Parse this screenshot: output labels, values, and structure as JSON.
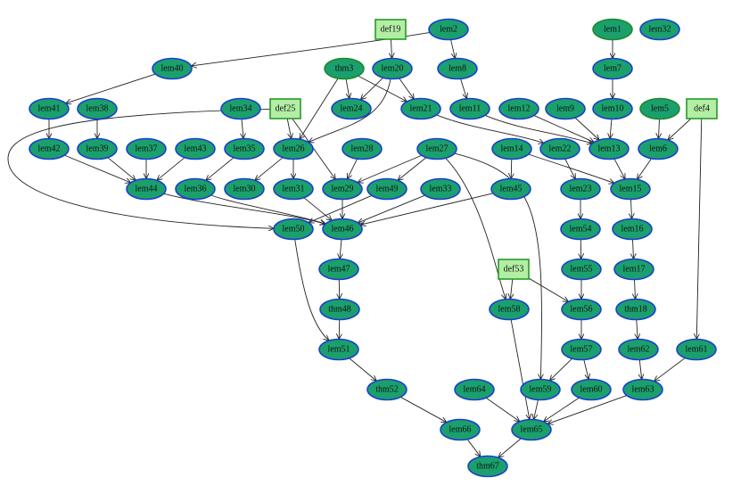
{
  "colors": {
    "node_fill": "#1ba06d",
    "node_border": "#1a3fcf",
    "root_border": "#1a8a2a",
    "def_fill": "#b2eea4",
    "def_border": "#2a9a2a",
    "edge": "#222222"
  },
  "graph": {
    "nodes": [
      {
        "id": "def19",
        "label": "def19",
        "kind": "def"
      },
      {
        "id": "lem2",
        "label": "lem2",
        "kind": "lem"
      },
      {
        "id": "lem1",
        "label": "lem1",
        "kind": "root"
      },
      {
        "id": "lem32",
        "label": "lem32",
        "kind": "lem"
      },
      {
        "id": "lem40",
        "label": "lem40",
        "kind": "lem"
      },
      {
        "id": "thm3",
        "label": "thm3",
        "kind": "root"
      },
      {
        "id": "lem20",
        "label": "lem20",
        "kind": "lem"
      },
      {
        "id": "lem8",
        "label": "lem8",
        "kind": "lem"
      },
      {
        "id": "lem7",
        "label": "lem7",
        "kind": "lem"
      },
      {
        "id": "lem41",
        "label": "lem41",
        "kind": "lem"
      },
      {
        "id": "lem38",
        "label": "lem38",
        "kind": "lem"
      },
      {
        "id": "lem34",
        "label": "lem34",
        "kind": "lem"
      },
      {
        "id": "def25",
        "label": "def25",
        "kind": "def"
      },
      {
        "id": "lem24",
        "label": "lem24",
        "kind": "lem"
      },
      {
        "id": "lem21",
        "label": "lem21",
        "kind": "lem"
      },
      {
        "id": "lem11",
        "label": "lem11",
        "kind": "lem"
      },
      {
        "id": "lem12",
        "label": "lem12",
        "kind": "lem"
      },
      {
        "id": "lem9",
        "label": "lem9",
        "kind": "lem"
      },
      {
        "id": "lem10",
        "label": "lem10",
        "kind": "lem"
      },
      {
        "id": "lem5",
        "label": "lem5",
        "kind": "root"
      },
      {
        "id": "def4",
        "label": "def4",
        "kind": "def"
      },
      {
        "id": "lem42",
        "label": "lem42",
        "kind": "lem"
      },
      {
        "id": "lem39",
        "label": "lem39",
        "kind": "lem"
      },
      {
        "id": "lem37",
        "label": "lem37",
        "kind": "lem"
      },
      {
        "id": "lem43",
        "label": "lem43",
        "kind": "lem"
      },
      {
        "id": "lem35",
        "label": "lem35",
        "kind": "lem"
      },
      {
        "id": "lem26",
        "label": "lem26",
        "kind": "lem"
      },
      {
        "id": "lem28",
        "label": "lem28",
        "kind": "lem"
      },
      {
        "id": "lem27",
        "label": "lem27",
        "kind": "lem"
      },
      {
        "id": "lem14",
        "label": "lem14",
        "kind": "lem"
      },
      {
        "id": "lem22",
        "label": "lem22",
        "kind": "lem"
      },
      {
        "id": "lem13",
        "label": "lem13",
        "kind": "lem"
      },
      {
        "id": "lem6",
        "label": "lem6",
        "kind": "lem"
      },
      {
        "id": "lem44",
        "label": "lem44",
        "kind": "lem"
      },
      {
        "id": "lem36",
        "label": "lem36",
        "kind": "lem"
      },
      {
        "id": "lem30",
        "label": "lem30",
        "kind": "lem"
      },
      {
        "id": "lem31",
        "label": "lem31",
        "kind": "lem"
      },
      {
        "id": "lem29",
        "label": "lem29",
        "kind": "lem"
      },
      {
        "id": "lem49",
        "label": "lem49",
        "kind": "lem"
      },
      {
        "id": "lem33",
        "label": "lem33",
        "kind": "lem"
      },
      {
        "id": "lem45",
        "label": "lem45",
        "kind": "lem"
      },
      {
        "id": "lem23",
        "label": "lem23",
        "kind": "lem"
      },
      {
        "id": "lem15",
        "label": "lem15",
        "kind": "lem"
      },
      {
        "id": "lem50",
        "label": "lem50",
        "kind": "lem"
      },
      {
        "id": "lem46",
        "label": "lem46",
        "kind": "lem"
      },
      {
        "id": "lem54",
        "label": "lem54",
        "kind": "lem"
      },
      {
        "id": "lem16",
        "label": "lem16",
        "kind": "lem"
      },
      {
        "id": "lem47",
        "label": "lem47",
        "kind": "lem"
      },
      {
        "id": "def53",
        "label": "def53",
        "kind": "def"
      },
      {
        "id": "lem55",
        "label": "lem55",
        "kind": "lem"
      },
      {
        "id": "lem17",
        "label": "lem17",
        "kind": "lem"
      },
      {
        "id": "thm48",
        "label": "thm48",
        "kind": "lem"
      },
      {
        "id": "lem58",
        "label": "lem58",
        "kind": "lem"
      },
      {
        "id": "lem56",
        "label": "lem56",
        "kind": "lem"
      },
      {
        "id": "thm18",
        "label": "thm18",
        "kind": "lem"
      },
      {
        "id": "lem51",
        "label": "lem51",
        "kind": "lem"
      },
      {
        "id": "lem57",
        "label": "lem57",
        "kind": "lem"
      },
      {
        "id": "lem62",
        "label": "lem62",
        "kind": "lem"
      },
      {
        "id": "lem61",
        "label": "lem61",
        "kind": "lem"
      },
      {
        "id": "thm52",
        "label": "thm52",
        "kind": "lem"
      },
      {
        "id": "lem64",
        "label": "lem64",
        "kind": "lem"
      },
      {
        "id": "lem59",
        "label": "lem59",
        "kind": "lem"
      },
      {
        "id": "lem60",
        "label": "lem60",
        "kind": "lem"
      },
      {
        "id": "lem63",
        "label": "lem63",
        "kind": "lem"
      },
      {
        "id": "lem66",
        "label": "lem66",
        "kind": "lem"
      },
      {
        "id": "lem65",
        "label": "lem65",
        "kind": "lem"
      },
      {
        "id": "thm67",
        "label": "thm67",
        "kind": "lem"
      }
    ],
    "edges": [
      [
        "def19",
        "lem20"
      ],
      [
        "lem2",
        "lem40"
      ],
      [
        "lem2",
        "lem8"
      ],
      [
        "lem1",
        "lem7"
      ],
      [
        "lem7",
        "lem10"
      ],
      [
        "lem40",
        "lem41"
      ],
      [
        "thm3",
        "lem24"
      ],
      [
        "thm3",
        "lem21"
      ],
      [
        "thm3",
        "lem26"
      ],
      [
        "lem20",
        "lem24"
      ],
      [
        "lem20",
        "lem21"
      ],
      [
        "lem20",
        "lem26"
      ],
      [
        "lem8",
        "lem11"
      ],
      [
        "lem41",
        "lem42"
      ],
      [
        "lem38",
        "lem39"
      ],
      [
        "lem34",
        "lem35"
      ],
      [
        "def25",
        "lem26"
      ],
      [
        "def25",
        "lem29"
      ],
      [
        "def25",
        "lem50"
      ],
      [
        "lem21",
        "lem22"
      ],
      [
        "lem11",
        "lem13"
      ],
      [
        "lem12",
        "lem13"
      ],
      [
        "lem9",
        "lem13"
      ],
      [
        "lem10",
        "lem13"
      ],
      [
        "lem5",
        "lem6"
      ],
      [
        "def4",
        "lem6"
      ],
      [
        "def4",
        "lem61"
      ],
      [
        "lem42",
        "lem44"
      ],
      [
        "lem39",
        "lem44"
      ],
      [
        "lem37",
        "lem44"
      ],
      [
        "lem43",
        "lem44"
      ],
      [
        "lem35",
        "lem36"
      ],
      [
        "lem26",
        "lem30"
      ],
      [
        "lem26",
        "lem31"
      ],
      [
        "lem28",
        "lem29"
      ],
      [
        "lem27",
        "lem29"
      ],
      [
        "lem27",
        "lem49"
      ],
      [
        "lem27",
        "lem58"
      ],
      [
        "lem27",
        "lem59"
      ],
      [
        "lem14",
        "lem45"
      ],
      [
        "lem14",
        "lem15"
      ],
      [
        "lem22",
        "lem23"
      ],
      [
        "lem13",
        "lem15"
      ],
      [
        "lem6",
        "lem15"
      ],
      [
        "lem44",
        "lem46"
      ],
      [
        "lem36",
        "lem46"
      ],
      [
        "lem31",
        "lem46"
      ],
      [
        "lem29",
        "lem46"
      ],
      [
        "lem49",
        "lem50"
      ],
      [
        "lem33",
        "lem46"
      ],
      [
        "lem45",
        "lem46"
      ],
      [
        "lem23",
        "lem54"
      ],
      [
        "lem15",
        "lem16"
      ],
      [
        "lem50",
        "lem51"
      ],
      [
        "lem46",
        "lem47"
      ],
      [
        "lem54",
        "lem55"
      ],
      [
        "lem16",
        "lem17"
      ],
      [
        "lem47",
        "thm48"
      ],
      [
        "def53",
        "lem58"
      ],
      [
        "def53",
        "lem56"
      ],
      [
        "lem55",
        "lem56"
      ],
      [
        "lem17",
        "thm18"
      ],
      [
        "thm48",
        "lem51"
      ],
      [
        "lem56",
        "lem57"
      ],
      [
        "thm18",
        "lem62"
      ],
      [
        "lem51",
        "thm52"
      ],
      [
        "lem57",
        "lem59"
      ],
      [
        "lem57",
        "lem60"
      ],
      [
        "lem62",
        "lem63"
      ],
      [
        "lem61",
        "lem63"
      ],
      [
        "thm52",
        "lem66"
      ],
      [
        "lem64",
        "lem65"
      ],
      [
        "lem58",
        "lem65"
      ],
      [
        "lem59",
        "lem65"
      ],
      [
        "lem60",
        "lem65"
      ],
      [
        "lem63",
        "lem65"
      ],
      [
        "lem66",
        "thm67"
      ],
      [
        "lem65",
        "thm67"
      ]
    ]
  }
}
